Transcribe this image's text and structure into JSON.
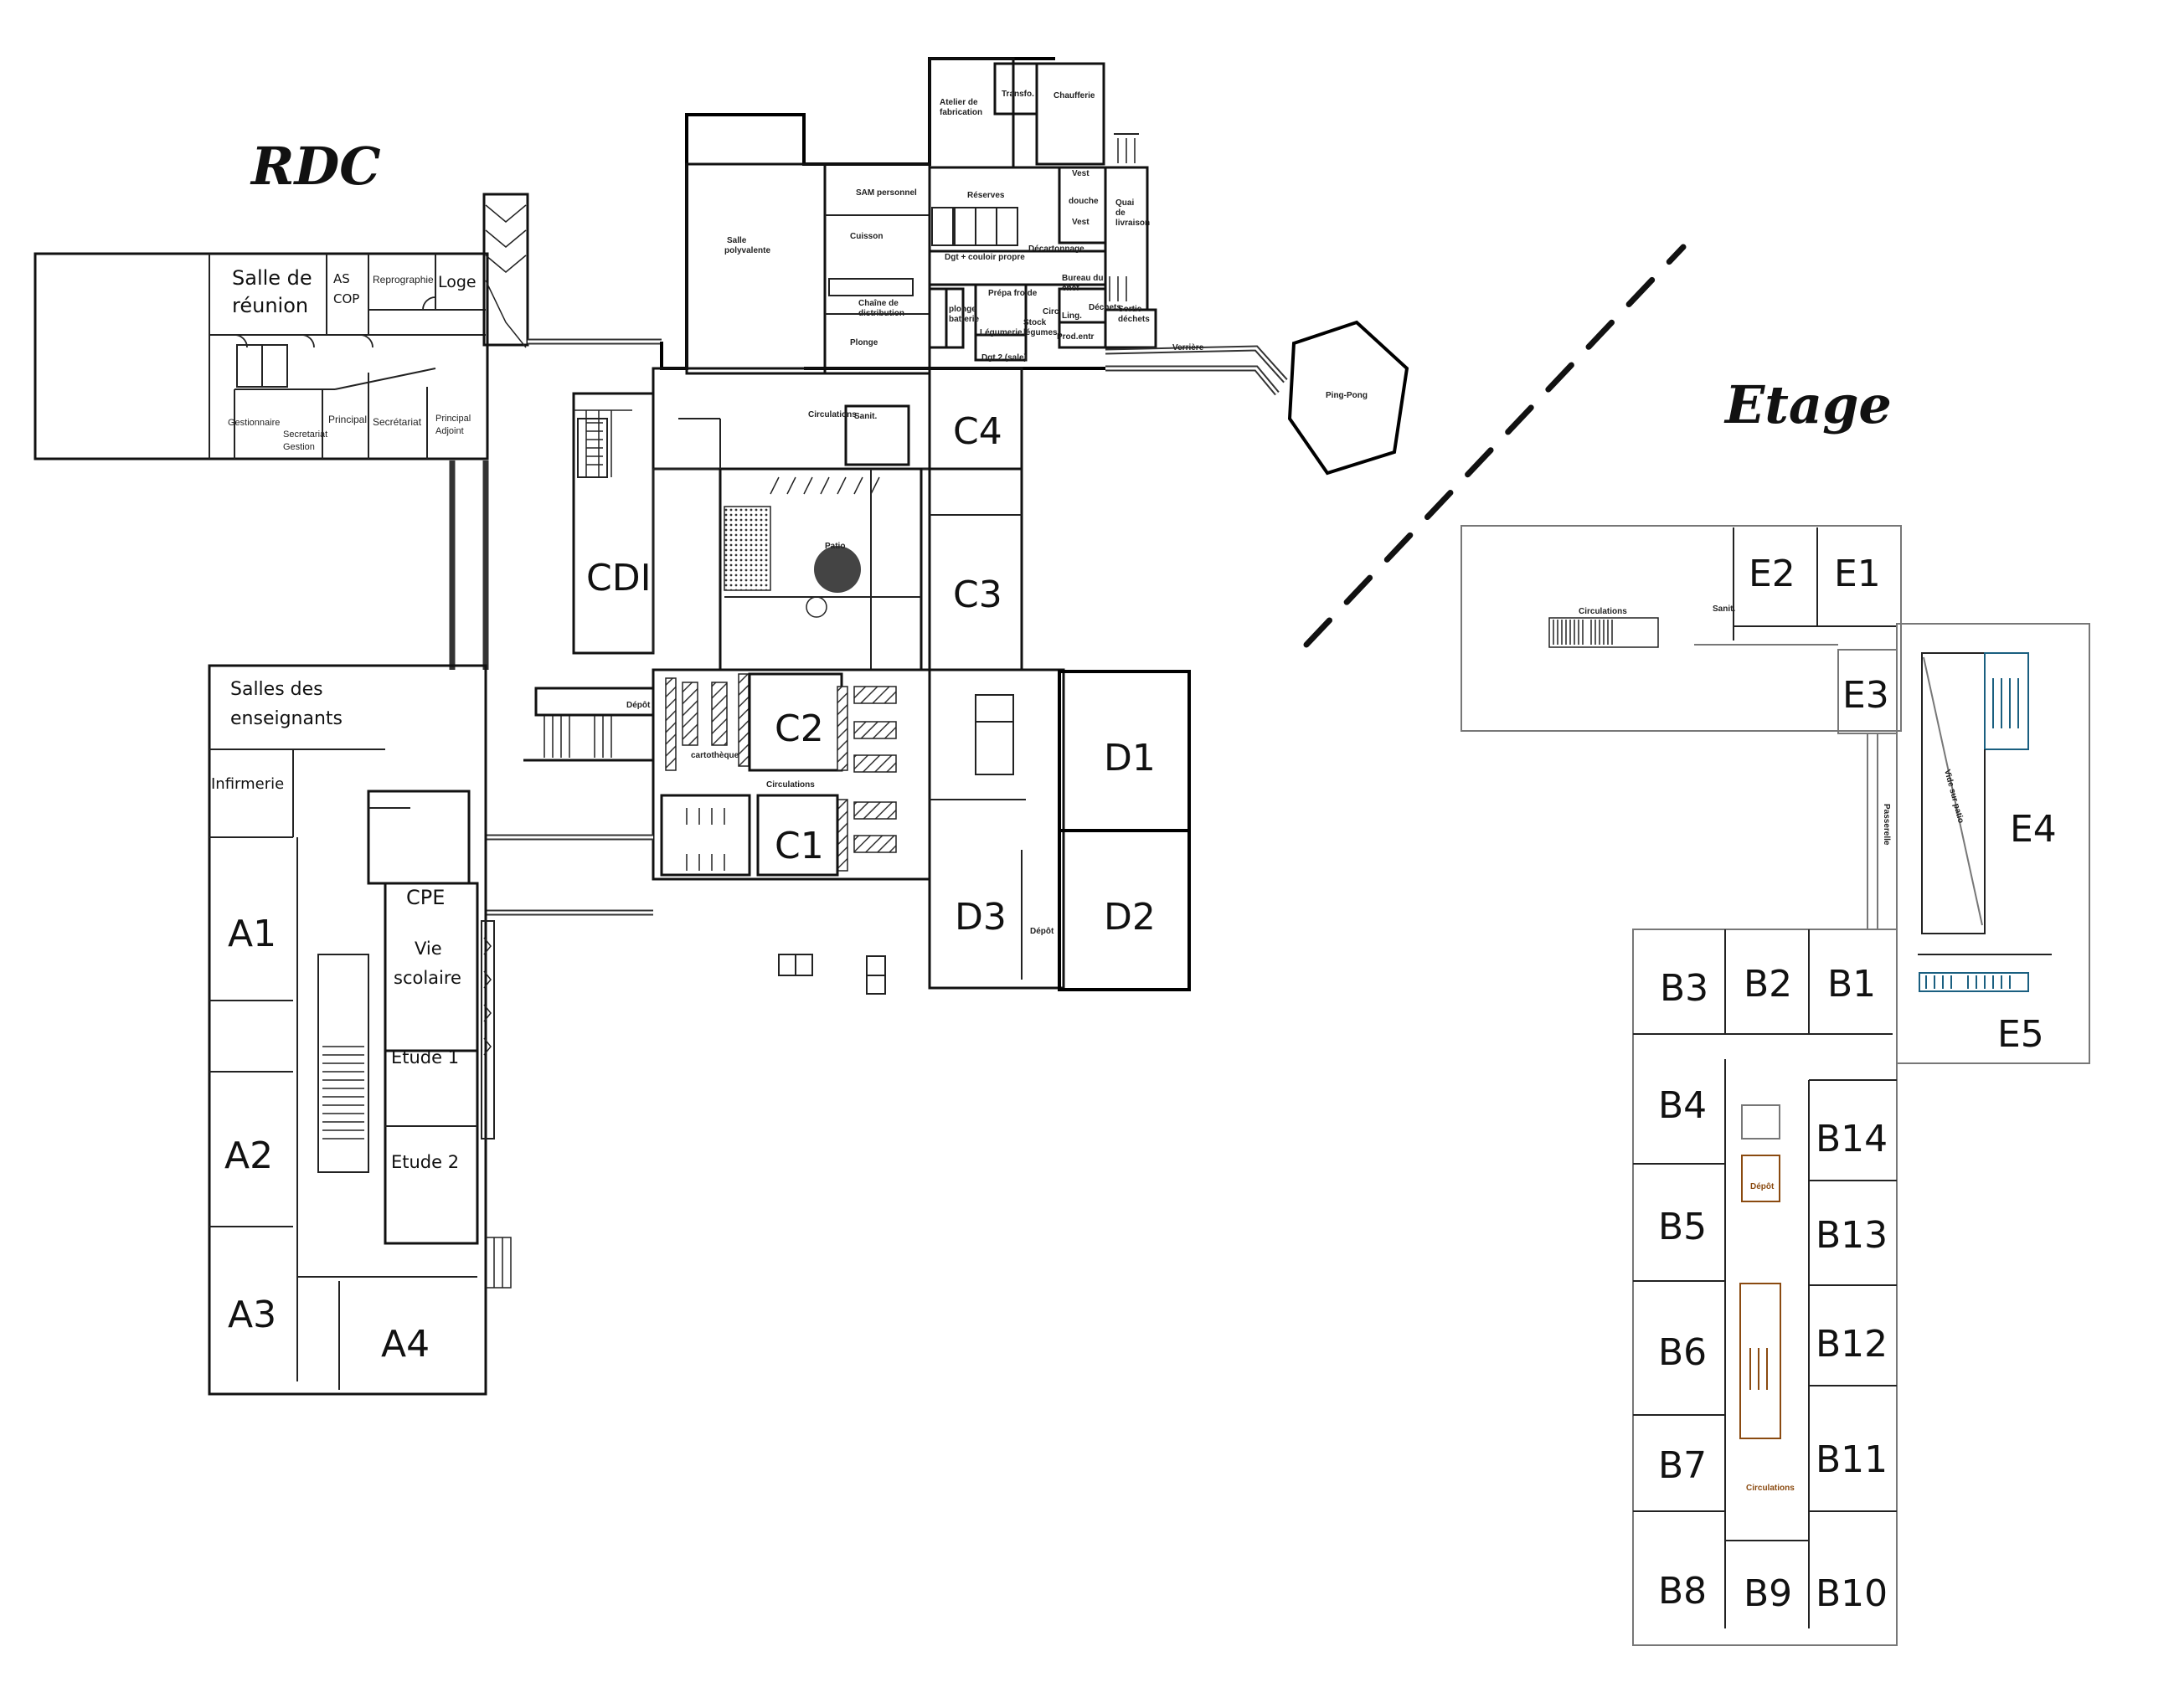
{
  "floors": {
    "ground": {
      "title": "RDC",
      "rooms": {
        "salle_reunion": [
          "Salle de",
          "réunion"
        ],
        "as_cop": [
          "AS",
          "COP"
        ],
        "reprographie": "Reprographie",
        "loge": "Loge",
        "gestionnaire": "Gestionnaire",
        "secretariat_gestion": [
          "Secretariat",
          "Gestion"
        ],
        "principal": "Principal",
        "secretariat": "Secrétariat",
        "principal_adjoint": [
          "Principal",
          "Adjoint"
        ],
        "salles_enseignants": [
          "Salles des",
          "enseignants"
        ],
        "infirmerie": "Infirmerie",
        "cpe": "CPE",
        "vie_scolaire": [
          "Vie",
          "scolaire"
        ],
        "etude1": "Etude 1",
        "etude2": "Etude 2",
        "a1": "A1",
        "a2": "A2",
        "a3": "A3",
        "a4": "A4",
        "cdi": "CDI",
        "c1": "C1",
        "c2": "C2",
        "c3": "C3",
        "c4": "C4",
        "d1": "D1",
        "d2": "D2",
        "d3": "D3",
        "salle_polyvalente": [
          "Salle",
          "polyvalente"
        ],
        "atelier_fabrication": [
          "Atelier de",
          "fabrication"
        ],
        "transfo": "Transfo.",
        "chaufferie": "Chaufferie",
        "reserves": "Réserves",
        "sam_personnel": "SAM personnel",
        "cuisson": "Cuisson",
        "dgt_couloir": "Dgt + couloir propre",
        "chaine_distribution": [
          "Chaîne de",
          "distribution"
        ],
        "plonge": "Plonge",
        "plonge_batterie": [
          "plonge",
          "batterie"
        ],
        "prepa_froide": "Prépa froide",
        "legumerie": "Légumerie",
        "stock_legumes": [
          "Stock",
          "légumes"
        ],
        "desartonnage": "Décartonnage",
        "bureau_chef": [
          "Bureau du",
          "chef"
        ],
        "vest_h": "Vest",
        "vest_f": "Vest",
        "douche": "douche",
        "quai_livraison": [
          "Quai",
          "de",
          "livraison"
        ],
        "dechets": "Déchets",
        "sortie_dechets": [
          "Sortie",
          "déchets"
        ],
        "ling": "Ling.",
        "circ": "Circ",
        "prod_entr": "Prod.entr",
        "dgt2": "Dgt 2 (sale)",
        "verriere": "Verrière",
        "ping_pong": "Ping-Pong",
        "circulations": "Circulations",
        "patio": "Patio",
        "sanit": "Sanit.",
        "depot": "Dépôt",
        "cartotheque": "cartothèque"
      }
    },
    "upper": {
      "title": "Etage",
      "rooms": {
        "e1": "E1",
        "e2": "E2",
        "e3": "E3",
        "e4": "E4",
        "e5": "E5",
        "b1": "B1",
        "b2": "B2",
        "b3": "B3",
        "b4": "B4",
        "b5": "B5",
        "b6": "B6",
        "b7": "B7",
        "b8": "B8",
        "b9": "B9",
        "b10": "B10",
        "b11": "B11",
        "b12": "B12",
        "b13": "B13",
        "b14": "B14",
        "circulations": "Circulations",
        "depot": "Dépôt",
        "passerelle": "Passerelle",
        "sanit": "Sanit.",
        "vide_sur_patio": "Vide sur patio"
      }
    }
  }
}
